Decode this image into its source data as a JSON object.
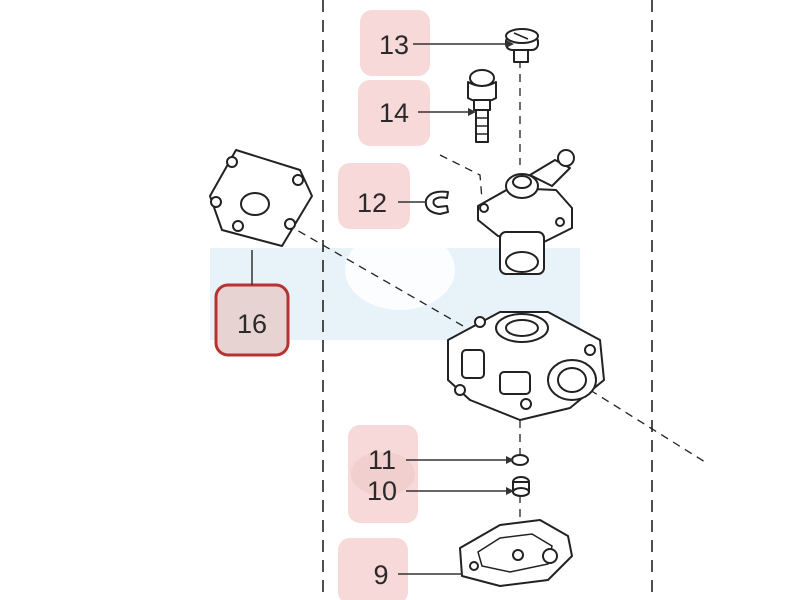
{
  "callouts": [
    {
      "id": "13",
      "label": "13",
      "highlight": "#f7d9d9"
    },
    {
      "id": "14",
      "label": "14",
      "highlight": "#f7d9d9"
    },
    {
      "id": "12",
      "label": "12",
      "highlight": "#f7d9d9"
    },
    {
      "id": "16",
      "label": "16",
      "highlight": "#e8d3d3",
      "border": "#b83232"
    },
    {
      "id": "11",
      "label": "11",
      "highlight": "#f7d9d9"
    },
    {
      "id": "10",
      "label": "10",
      "highlight": "#f7d9d9"
    },
    {
      "id": "9",
      "label": "9",
      "highlight": "#f7d9d9"
    }
  ],
  "colors": {
    "callout_highlight": "#f7d9d9",
    "selected_border": "#b83232",
    "watermark_band": "#e6f1f8",
    "line": "#222222"
  }
}
